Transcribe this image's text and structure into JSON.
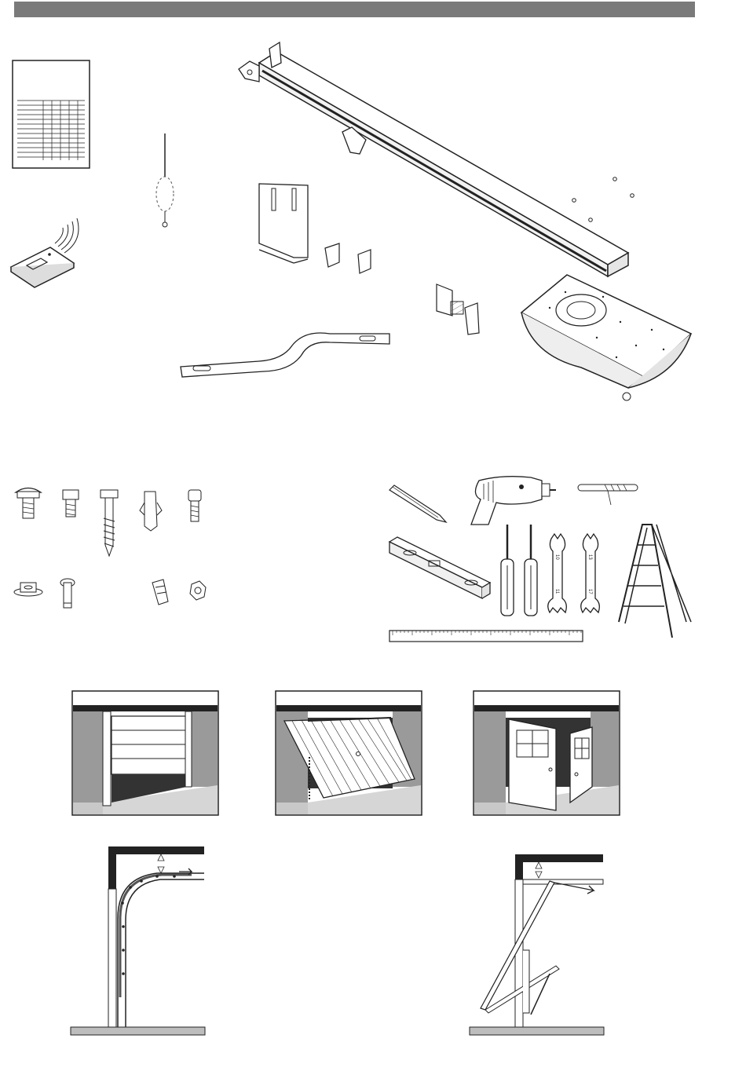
{
  "page": {
    "header_bar_color": "#7a7a7a",
    "ink_color": "#222222",
    "wall_color": "#9a9a9a",
    "floor_color": "#c8c8c8"
  },
  "labels": {
    "wrench_small_top": "10",
    "wrench_small_bottom": "11",
    "wrench_large_top": "13",
    "wrench_large_bottom": "17"
  },
  "icons": [
    "instruction-sheet-icon",
    "remote-control-icon",
    "release-cord-icon",
    "rail-icon",
    "wall-bracket-icon",
    "brackets-icon",
    "door-bracket-icon",
    "curved-arm-icon",
    "motor-unit-icon",
    "carriage-bolt-icon",
    "hex-bolt-icon",
    "lag-screw-icon",
    "wall-plug-icon",
    "machine-screw-icon",
    "flange-nut-icon",
    "pin-icon",
    "clip-icon",
    "nut-icon",
    "pencil-icon",
    "drill-icon",
    "drill-bit-icon",
    "spirit-level-icon",
    "screwdriver-flat-icon",
    "screwdriver-phillips-icon",
    "wrench-icon",
    "ladder-icon",
    "ruler-icon",
    "sectional-door-icon",
    "up-and-over-door-icon",
    "side-hinged-door-icon",
    "sectional-door-section-icon",
    "up-and-over-door-section-icon"
  ]
}
